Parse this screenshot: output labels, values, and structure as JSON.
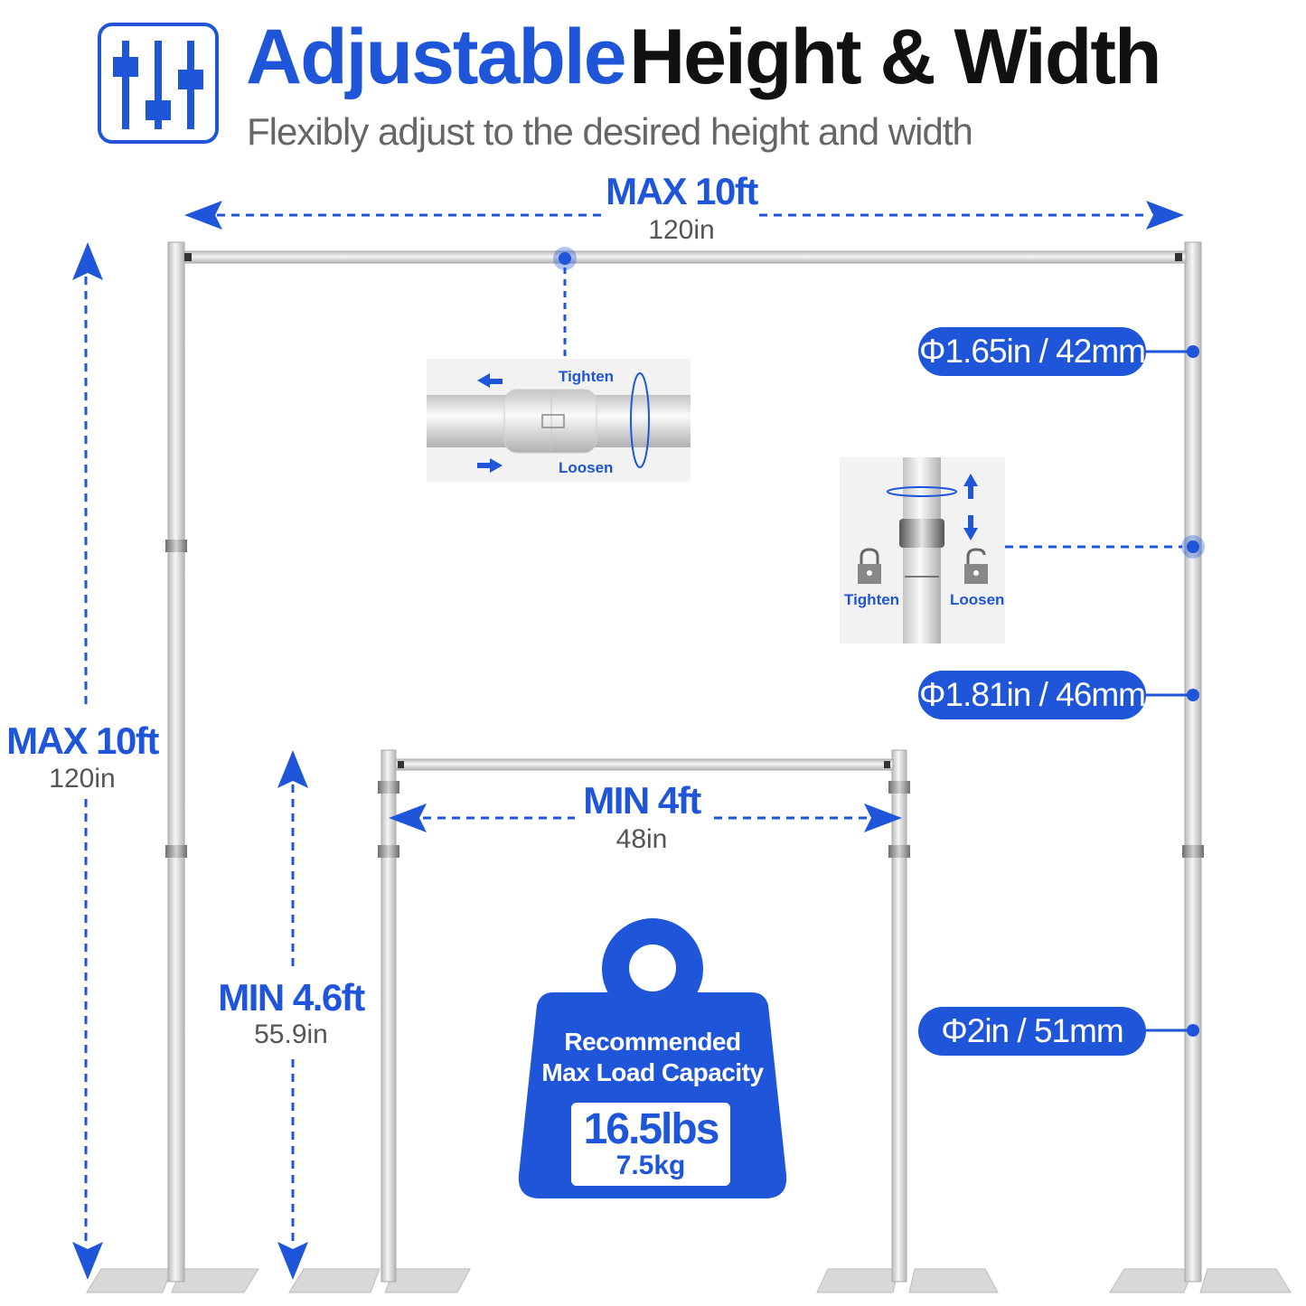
{
  "header": {
    "title_blue": "Adjustable",
    "title_black": "Height & Width",
    "subtitle": "Flexibly adjust to the desired height and width"
  },
  "dimensions": {
    "max_width": {
      "main": "MAX 10ft",
      "sub": "120in"
    },
    "max_height": {
      "main": "MAX 10ft",
      "sub": "120in"
    },
    "min_width": {
      "main": "MIN 4ft",
      "sub": "48in"
    },
    "min_height": {
      "main": "MIN 4.6ft",
      "sub": "55.9in"
    }
  },
  "diameters": {
    "top": "Φ1.65in / 42mm",
    "middle": "Φ1.81in / 46mm",
    "bottom": "Φ2in / 51mm"
  },
  "horizontal_insert": {
    "tighten": "Tighten",
    "loosen": "Loosen"
  },
  "vertical_insert": {
    "tighten": "Tighten",
    "loosen": "Loosen"
  },
  "load": {
    "line1": "Recommended",
    "line2": "Max Load Capacity",
    "value_lbs": "16.5lbs",
    "value_kg": "7.5kg"
  },
  "colors": {
    "accent": "#1f55d8",
    "pole": "#d9d9d9"
  }
}
